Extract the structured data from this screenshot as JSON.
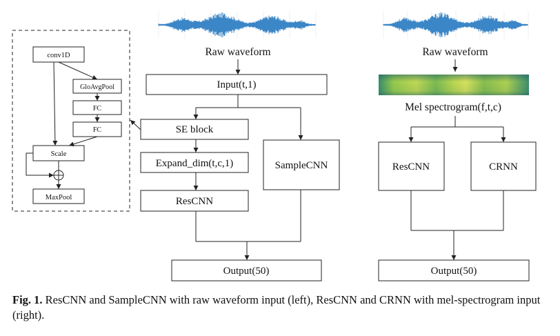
{
  "left": {
    "waveform_label": "Raw waveform",
    "input": "Input(t,1)",
    "se_block": "SE block",
    "expand": "Expand_dim(t,c,1)",
    "rescnn": "ResCNN",
    "samplecnn": "SampleCNN",
    "output": "Output(50)"
  },
  "se_detail": {
    "conv": "conv1D",
    "gap": "GloAvgPool",
    "fc1": "FC",
    "fc2": "FC",
    "scale": "Scale",
    "maxpool": "MaxPool"
  },
  "right": {
    "waveform_label": "Raw waveform",
    "mel_label": "Mel spectrogram(f,t,c)",
    "rescnn": "ResCNN",
    "crnn": "CRNN",
    "output": "Output(50)"
  },
  "caption": {
    "fig": "Fig. 1.",
    "text": " ResCNN and SampleCNN with raw waveform input (left), ResCNN and CRNN with mel-spectrogram input (right)."
  },
  "colors": {
    "waveform": "#3b86c6",
    "spectrogram_dark": "#2f6d4a",
    "spectrogram_light": "#d4e24e"
  }
}
